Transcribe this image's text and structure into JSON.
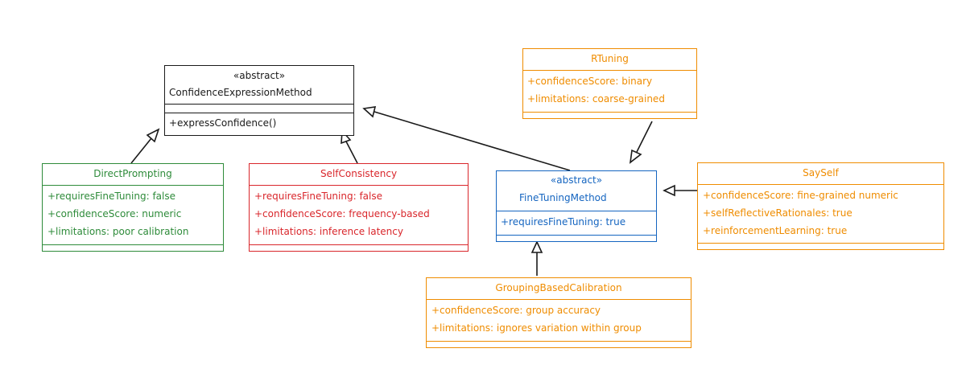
{
  "colors": {
    "black": "#1a1a1a",
    "green": "#2e8b3a",
    "red": "#d9262b",
    "blue": "#1565c0",
    "orange": "#ef8c00"
  },
  "classes": {
    "confidence_expression_method": {
      "stereotype": "«abstract»",
      "name": "ConfidenceExpressionMethod",
      "methods": [
        "+expressConfidence()"
      ]
    },
    "direct_prompting": {
      "name": "DirectPrompting",
      "attributes": [
        "+requiresFineTuning: false",
        "+confidenceScore: numeric",
        "+limitations: poor calibration"
      ]
    },
    "self_consistency": {
      "name": "SelfConsistency",
      "attributes": [
        "+requiresFineTuning: false",
        "+confidenceScore: frequency-based",
        "+limitations: inference latency"
      ]
    },
    "fine_tuning_method": {
      "stereotype": "«abstract»",
      "name": "FineTuningMethod",
      "attributes": [
        "+requiresFineTuning: true"
      ]
    },
    "r_tuning": {
      "name": "RTuning",
      "attributes": [
        "+confidenceScore: binary",
        "+limitations: coarse-grained"
      ]
    },
    "say_self": {
      "name": "SaySelf",
      "attributes": [
        "+confidenceScore: fine-grained numeric",
        "+selfReflectiveRationales: true",
        "+reinforcementLearning: true"
      ]
    },
    "grouping_based_calibration": {
      "name": "GroupingBasedCalibration",
      "attributes": [
        "+confidenceScore: group accuracy",
        "+limitations: ignores variation within group"
      ]
    }
  }
}
